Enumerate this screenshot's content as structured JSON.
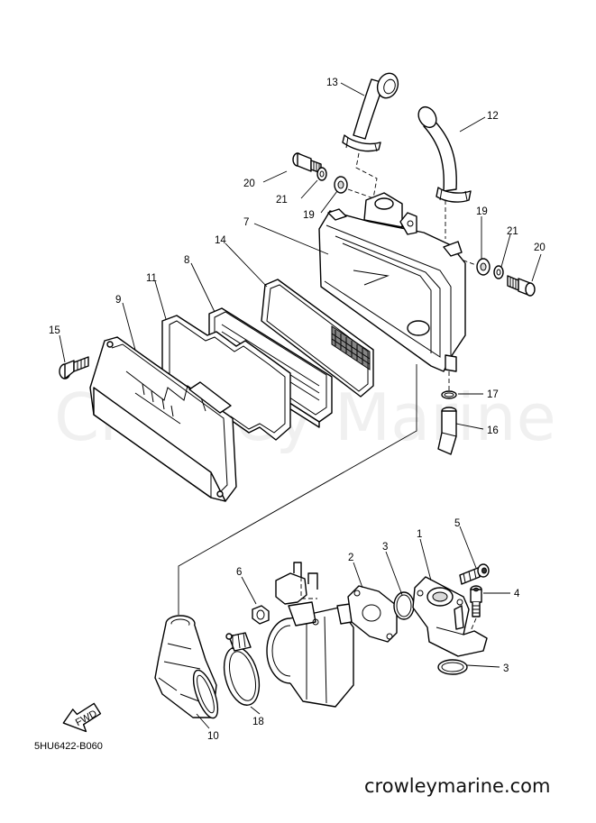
{
  "diagram_code": "5HU6422-B060",
  "website": "crowleymarine.com",
  "watermark": "Crowley Marine",
  "fwd_label": "FWD",
  "callouts": {
    "c1": "1",
    "c2": "2",
    "c3a": "3",
    "c3b": "3",
    "c4": "4",
    "c5": "5",
    "c6": "6",
    "c7": "7",
    "c8": "8",
    "c9": "9",
    "c10": "10",
    "c11": "11",
    "c12": "12",
    "c13": "13",
    "c14": "14",
    "c15": "15",
    "c16": "16",
    "c17": "17",
    "c18": "18",
    "c19a": "19",
    "c19b": "19",
    "c20a": "20",
    "c20b": "20",
    "c21a": "21",
    "c21b": "21"
  }
}
